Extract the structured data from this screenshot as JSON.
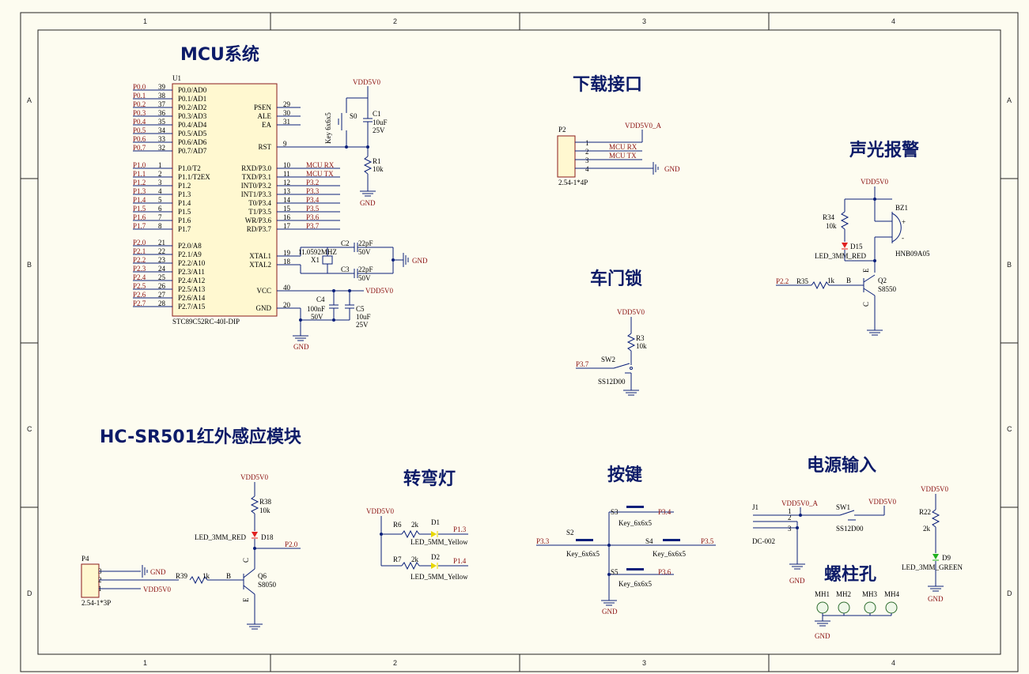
{
  "zones": {
    "cols": [
      "1",
      "2",
      "3",
      "4"
    ],
    "rows": [
      "A",
      "B",
      "C",
      "D"
    ]
  },
  "titles": {
    "mcu": "MCU系统",
    "download": "下载接口",
    "alarm": "声光报警",
    "doorlock": "车门锁",
    "pir": "HC-SR501红外感应模块",
    "turn": "转弯灯",
    "keys": "按键",
    "power": "电源输入",
    "mount": "螺柱孔"
  },
  "mcu": {
    "ref": "U1",
    "part": "STC89C52RC-40I-DIP",
    "left": [
      [
        "P0.0",
        "39",
        "P0.0/AD0"
      ],
      [
        "P0.1",
        "38",
        "P0.1/AD1"
      ],
      [
        "P0.2",
        "37",
        "P0.2/AD2"
      ],
      [
        "P0.3",
        "36",
        "P0.3/AD3"
      ],
      [
        "P0.4",
        "35",
        "P0.4/AD4"
      ],
      [
        "P0.5",
        "34",
        "P0.5/AD5"
      ],
      [
        "P0.6",
        "33",
        "P0.6/AD6"
      ],
      [
        "P0.7",
        "32",
        "P0.7/AD7"
      ],
      [
        "P1.0",
        "1",
        "P1.0/T2"
      ],
      [
        "P1.1",
        "2",
        "P1.1/T2EX"
      ],
      [
        "P1.2",
        "3",
        "P1.2"
      ],
      [
        "P1.3",
        "4",
        "P1.3"
      ],
      [
        "P1.4",
        "5",
        "P1.4"
      ],
      [
        "P1.5",
        "6",
        "P1.5"
      ],
      [
        "P1.6",
        "7",
        "P1.6"
      ],
      [
        "P1.7",
        "8",
        "P1.7"
      ],
      [
        "P2.0",
        "21",
        "P2.0/A8"
      ],
      [
        "P2.1",
        "22",
        "P2.1/A9"
      ],
      [
        "P2.2",
        "23",
        "P2.2/A10"
      ],
      [
        "P2.3",
        "24",
        "P2.3/A11"
      ],
      [
        "P2.4",
        "25",
        "P2.4/A12"
      ],
      [
        "P2.5",
        "26",
        "P2.5/A13"
      ],
      [
        "P2.6",
        "27",
        "P2.6/A14"
      ],
      [
        "P2.7",
        "28",
        "P2.7/A15"
      ]
    ],
    "right": [
      [
        "PSEN",
        "29",
        ""
      ],
      [
        "ALE",
        "30",
        ""
      ],
      [
        "EA",
        "31",
        ""
      ],
      [
        "RST",
        "9",
        ""
      ],
      [
        "RXD/P3.0",
        "10",
        "MCU RX"
      ],
      [
        "TXD/P3.1",
        "11",
        "MCU TX"
      ],
      [
        "INT0/P3.2",
        "12",
        "P3.2"
      ],
      [
        "INT1/P3.3",
        "13",
        "P3.3"
      ],
      [
        "T0/P3.4",
        "14",
        "P3.4"
      ],
      [
        "T1/P3.5",
        "15",
        "P3.5"
      ],
      [
        "WR/P3.6",
        "16",
        "P3.6"
      ],
      [
        "RD/P3.7",
        "17",
        "P3.7"
      ],
      [
        "XTAL1",
        "19",
        ""
      ],
      [
        "XTAL2",
        "18",
        ""
      ],
      [
        "VCC",
        "40",
        ""
      ],
      [
        "GND",
        "20",
        ""
      ]
    ]
  },
  "labels": {
    "vdd": "VDD5V0",
    "vdda": "VDD5V0_A",
    "gnd": "GND",
    "s0": "S0",
    "key": "Key_6x6x5",
    "key_rot": "Key 6x6x5",
    "c1": "C1",
    "c1v": "10uF",
    "c1vv": "25V",
    "r1": "R1",
    "r1v": "10k",
    "c2": "C2",
    "c3": "C3",
    "c22": "22pF",
    "c50": "50V",
    "x1": "X1",
    "x1v": "11.0592MHZ",
    "c4": "C4",
    "c4v": "100nF",
    "c4vv": "50V",
    "c5": "C5",
    "c5v": "10uF",
    "c5vv": "25V",
    "p2": "P2",
    "p2part": "2.54-1*4P",
    "mcurx": "MCU RX",
    "mcutx": "MCU TX",
    "r34": "R34",
    "r34v": "10k",
    "d15": "D15",
    "d15p": "LED_3MM_RED",
    "bz1": "BZ1",
    "bz1p": "HNB09A05",
    "q2": "Q2",
    "q2p": "S8550",
    "r35": "R35",
    "r35v": "1k",
    "p22": "P2.2",
    "b": "B",
    "e": "E",
    "c": "C",
    "r3": "R3",
    "r3v": "10k",
    "sw2": "SW2",
    "sw2p": "SS12D00",
    "p37": "P3.7",
    "r38": "R38",
    "r38v": "10k",
    "d18": "D18",
    "d18p": "LED_3MM_RED",
    "p20": "P2.0",
    "q6": "Q6",
    "q6p": "S8050",
    "r39": "R39",
    "r39v": "1k",
    "p4": "P4",
    "p4part": "2.54-1*3P",
    "r6": "R6",
    "r6v": "2k",
    "d1": "D1",
    "d1p": "LED_5MM_Yellow",
    "p13": "P1.3",
    "r7": "R7",
    "r7v": "2k",
    "d2": "D2",
    "d2p": "LED_5MM_Yellow",
    "p14": "P1.4",
    "s2": "S2",
    "s3": "S3",
    "s4": "S4",
    "s5": "S5",
    "p33": "P3.3",
    "p34": "P3.4",
    "p35": "P3.5",
    "p36": "P3.6",
    "j1": "J1",
    "j1p": "DC-002",
    "sw1": "SW1",
    "sw1p": "SS12D00",
    "r22": "R22",
    "r22v": "2k",
    "d9": "D9",
    "d9p": "LED_3MM_GREEN",
    "mh1": "MH1",
    "mh2": "MH2",
    "mh3": "MH3",
    "mh4": "MH4",
    "pin1": "1",
    "pin2": "2",
    "pin3": "3",
    "pin4": "4",
    "plus": "+",
    "minus": "-"
  },
  "colors": {
    "title": "#0c1b68",
    "wire": "#0a1f7a",
    "net": "#8a1010",
    "led_red": "#e02020",
    "led_yellow": "#e8d800",
    "led_green": "#20b020"
  }
}
